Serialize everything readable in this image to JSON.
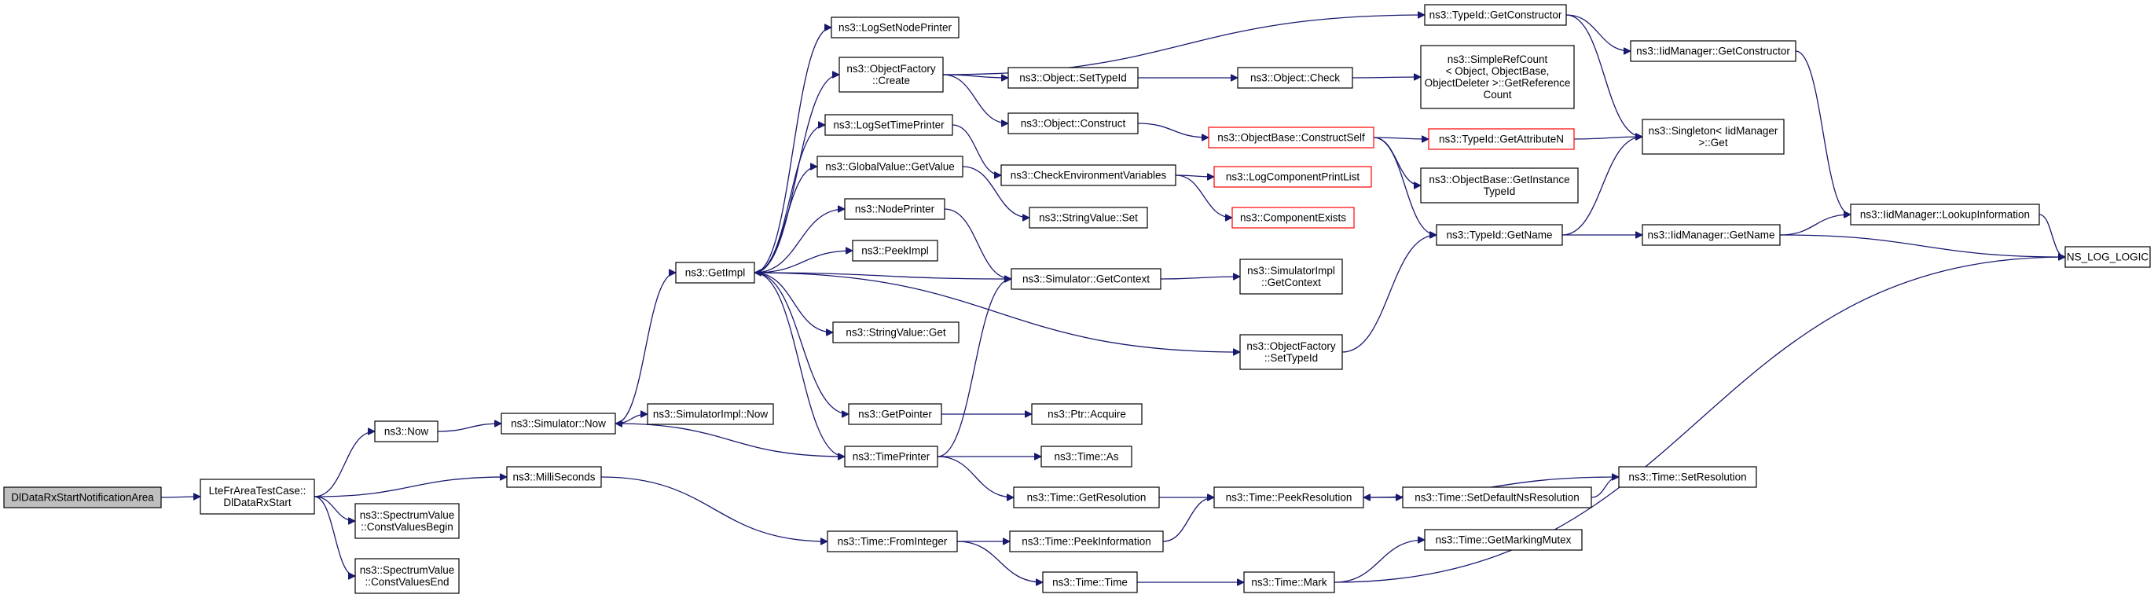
{
  "nodes": [
    {
      "id": "root",
      "lines": [
        "DlDataRxStartNotificationArea"
      ],
      "style": "grey"
    },
    {
      "id": "lte",
      "lines": [
        "LteFrAreaTestCase::",
        "DlDataRxStart"
      ]
    },
    {
      "id": "now",
      "lines": [
        "ns3::Now"
      ]
    },
    {
      "id": "millis",
      "lines": [
        "ns3::MilliSeconds"
      ]
    },
    {
      "id": "specbegin",
      "lines": [
        "ns3::SpectrumValue",
        "::ConstValuesBegin"
      ]
    },
    {
      "id": "specend",
      "lines": [
        "ns3::SpectrumValue",
        "::ConstValuesEnd"
      ]
    },
    {
      "id": "simnow",
      "lines": [
        "ns3::Simulator::Now"
      ]
    },
    {
      "id": "getimpl",
      "lines": [
        "ns3::GetImpl"
      ]
    },
    {
      "id": "simimplnow",
      "lines": [
        "ns3::SimulatorImpl::Now"
      ]
    },
    {
      "id": "logsetnode",
      "lines": [
        "ns3::LogSetNodePrinter"
      ]
    },
    {
      "id": "ofcreate",
      "lines": [
        "ns3::ObjectFactory",
        "::Create"
      ]
    },
    {
      "id": "logsettime",
      "lines": [
        "ns3::LogSetTimePrinter"
      ]
    },
    {
      "id": "gvgetvalue",
      "lines": [
        "ns3::GlobalValue::GetValue"
      ]
    },
    {
      "id": "nodeprinter",
      "lines": [
        "ns3::NodePrinter"
      ]
    },
    {
      "id": "peekimpl",
      "lines": [
        "ns3::PeekImpl"
      ]
    },
    {
      "id": "svget",
      "lines": [
        "ns3::StringValue::Get"
      ]
    },
    {
      "id": "getpointer",
      "lines": [
        "ns3::GetPointer"
      ]
    },
    {
      "id": "timeprinter",
      "lines": [
        "ns3::TimePrinter"
      ]
    },
    {
      "id": "fromint",
      "lines": [
        "ns3::Time::FromInteger"
      ]
    },
    {
      "id": "tidgetctor",
      "lines": [
        "ns3::TypeId::GetConstructor"
      ]
    },
    {
      "id": "objsettid",
      "lines": [
        "ns3::Object::SetTypeId"
      ]
    },
    {
      "id": "objconstruct",
      "lines": [
        "ns3::Object::Construct"
      ]
    },
    {
      "id": "checkenv",
      "lines": [
        "ns3::CheckEnvironmentVariables"
      ]
    },
    {
      "id": "svset",
      "lines": [
        "ns3::StringValue::Set"
      ]
    },
    {
      "id": "simgetctx",
      "lines": [
        "ns3::Simulator::GetContext"
      ]
    },
    {
      "id": "ptracquire",
      "lines": [
        "ns3::Ptr::Acquire"
      ]
    },
    {
      "id": "timeas",
      "lines": [
        "ns3::Time::As"
      ]
    },
    {
      "id": "timegetres",
      "lines": [
        "ns3::Time::GetResolution"
      ]
    },
    {
      "id": "timepeekinfo",
      "lines": [
        "ns3::Time::PeekInformation"
      ]
    },
    {
      "id": "timetime",
      "lines": [
        "ns3::Time::Time"
      ]
    },
    {
      "id": "objcheck",
      "lines": [
        "ns3::Object::Check"
      ]
    },
    {
      "id": "obconstructself",
      "lines": [
        "ns3::ObjectBase::ConstructSelf"
      ],
      "style": "red"
    },
    {
      "id": "logcomplist",
      "lines": [
        "ns3::LogComponentPrintList"
      ],
      "style": "red"
    },
    {
      "id": "compexists",
      "lines": [
        "ns3::ComponentExists"
      ],
      "style": "red"
    },
    {
      "id": "simimplgetctx",
      "lines": [
        "ns3::SimulatorImpl",
        "::GetContext"
      ]
    },
    {
      "id": "ofsettid",
      "lines": [
        "ns3::ObjectFactory",
        "::SetTypeId"
      ]
    },
    {
      "id": "timepeekres",
      "lines": [
        "ns3::Time::PeekResolution"
      ]
    },
    {
      "id": "timemark",
      "lines": [
        "ns3::Time::Mark"
      ]
    },
    {
      "id": "simplerefcount",
      "lines": [
        "ns3::SimpleRefCount",
        "< Object, ObjectBase,",
        "ObjectDeleter >::GetReference",
        "Count"
      ]
    },
    {
      "id": "tidgetattr",
      "lines": [
        "ns3::TypeId::GetAttributeN"
      ],
      "style": "red"
    },
    {
      "id": "obgetinstance",
      "lines": [
        "ns3::ObjectBase::GetInstance",
        "TypeId"
      ]
    },
    {
      "id": "tidgetname",
      "lines": [
        "ns3::TypeId::GetName"
      ]
    },
    {
      "id": "timesetdefault",
      "lines": [
        "ns3::Time::SetDefaultNsResolution"
      ]
    },
    {
      "id": "timegetmutex",
      "lines": [
        "ns3::Time::GetMarkingMutex"
      ]
    },
    {
      "id": "timesetres",
      "lines": [
        "ns3::Time::SetResolution"
      ]
    },
    {
      "id": "iidgetctor",
      "lines": [
        "ns3::IidManager::GetConstructor"
      ]
    },
    {
      "id": "singletonget",
      "lines": [
        "ns3::Singleton< IidManager",
        " >::Get"
      ]
    },
    {
      "id": "iidgetname",
      "lines": [
        "ns3::IidManager::GetName"
      ]
    },
    {
      "id": "iidlookup",
      "lines": [
        "ns3::IidManager::LookupInformation"
      ]
    },
    {
      "id": "nslog",
      "lines": [
        "NS_LOG_LOGIC"
      ]
    }
  ],
  "edges": [
    [
      "root",
      "lte"
    ],
    [
      "lte",
      "now"
    ],
    [
      "lte",
      "millis"
    ],
    [
      "lte",
      "specbegin"
    ],
    [
      "lte",
      "specend"
    ],
    [
      "now",
      "simnow"
    ],
    [
      "simnow",
      "getimpl"
    ],
    [
      "simnow",
      "simimplnow"
    ],
    [
      "getimpl",
      "logsetnode"
    ],
    [
      "getimpl",
      "ofcreate"
    ],
    [
      "getimpl",
      "logsettime"
    ],
    [
      "getimpl",
      "gvgetvalue"
    ],
    [
      "getimpl",
      "nodeprinter"
    ],
    [
      "getimpl",
      "peekimpl"
    ],
    [
      "getimpl",
      "svget"
    ],
    [
      "getimpl",
      "getpointer"
    ],
    [
      "getimpl",
      "timeprinter"
    ],
    [
      "getimpl",
      "ofsettid"
    ],
    [
      "millis",
      "fromint"
    ],
    [
      "ofcreate",
      "tidgetctor"
    ],
    [
      "ofcreate",
      "objsettid"
    ],
    [
      "ofcreate",
      "objconstruct"
    ],
    [
      "logsettime",
      "checkenv"
    ],
    [
      "gvgetvalue",
      "svset"
    ],
    [
      "nodeprinter",
      "simgetctx"
    ],
    [
      "getpointer",
      "ptracquire"
    ],
    [
      "timeprinter",
      "simnow"
    ],
    [
      "timeprinter",
      "timeas"
    ],
    [
      "timeprinter",
      "timegetres"
    ],
    [
      "fromint",
      "timepeekinfo"
    ],
    [
      "fromint",
      "timetime"
    ],
    [
      "objsettid",
      "objcheck"
    ],
    [
      "objcheck",
      "simplerefcount"
    ],
    [
      "objconstruct",
      "obconstructself"
    ],
    [
      "checkenv",
      "logcomplist"
    ],
    [
      "checkenv",
      "compexists"
    ],
    [
      "simgetctx",
      "getimpl"
    ],
    [
      "simgetctx",
      "simimplgetctx"
    ],
    [
      "timeprinter",
      "simgetctx"
    ],
    [
      "timegetres",
      "timepeekres"
    ],
    [
      "timepeekinfo",
      "timepeekres"
    ],
    [
      "timetime",
      "timemark"
    ],
    [
      "obconstructself",
      "tidgetattr"
    ],
    [
      "obconstructself",
      "obgetinstance"
    ],
    [
      "obconstructself",
      "tidgetname"
    ],
    [
      "ofsettid",
      "tidgetname"
    ],
    [
      "timepeekres",
      "timesetdefault"
    ],
    [
      "timesetdefault",
      "timesetres"
    ],
    [
      "timesetres",
      "timepeekres"
    ],
    [
      "timemark",
      "timegetmutex"
    ],
    [
      "timemark",
      "nslog"
    ],
    [
      "tidgetctor",
      "iidgetctor"
    ],
    [
      "tidgetctor",
      "singletonget"
    ],
    [
      "tidgetattr",
      "singletonget"
    ],
    [
      "tidgetname",
      "singletonget"
    ],
    [
      "tidgetname",
      "iidgetname"
    ],
    [
      "iidgetctor",
      "iidlookup"
    ],
    [
      "iidgetname",
      "iidlookup"
    ],
    [
      "iidgetname",
      "nslog"
    ],
    [
      "iidlookup",
      "nslog"
    ]
  ]
}
